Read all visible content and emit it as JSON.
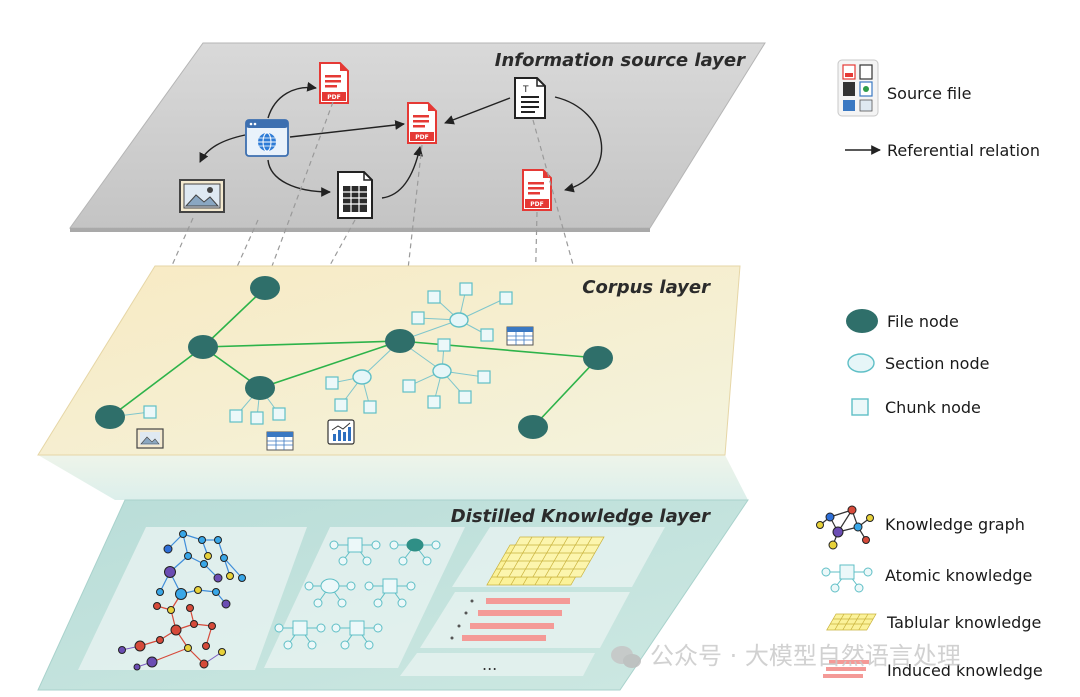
{
  "layers": {
    "info": {
      "title": "Information source layer"
    },
    "corpus": {
      "title": "Corpus layer"
    },
    "distilled": {
      "title": "Distilled Knowledge layer",
      "ellipsis": "..."
    }
  },
  "file_icons": {
    "pdf_label": "PDF",
    "text_label": "T"
  },
  "legend": {
    "source_file": "Source file",
    "referential_relation": "Referential relation",
    "file_node": "File node",
    "section_node": "Section node",
    "chunk_node": "Chunk node",
    "knowledge_graph": "Knowledge graph",
    "atomic_knowledge": "Atomic knowledge",
    "tabular_knowledge": "Tablular knowledge",
    "induced_knowledge": "Induced knowledge"
  },
  "watermark": {
    "text": "公众号 · 大模型自然语言处理"
  },
  "colors": {
    "file_node": "#2f6f6a",
    "corpus_edge": "#2db34a",
    "pdf_red": "#e53935",
    "info_plane": "#cfcfcf",
    "corpus_plane": "#f7ecca",
    "distilled_plane": "#bfe0dc",
    "section_fill": "#e6f6f8",
    "chunk_stroke": "#5fbfc6",
    "induced_bar": "#f49a97",
    "tabular_cell": "#fbf29a"
  },
  "icons": [
    "pdf-icon",
    "text-doc-icon",
    "browser-globe-icon",
    "image-icon",
    "spreadsheet-icon",
    "chart-icon",
    "table-icon"
  ]
}
